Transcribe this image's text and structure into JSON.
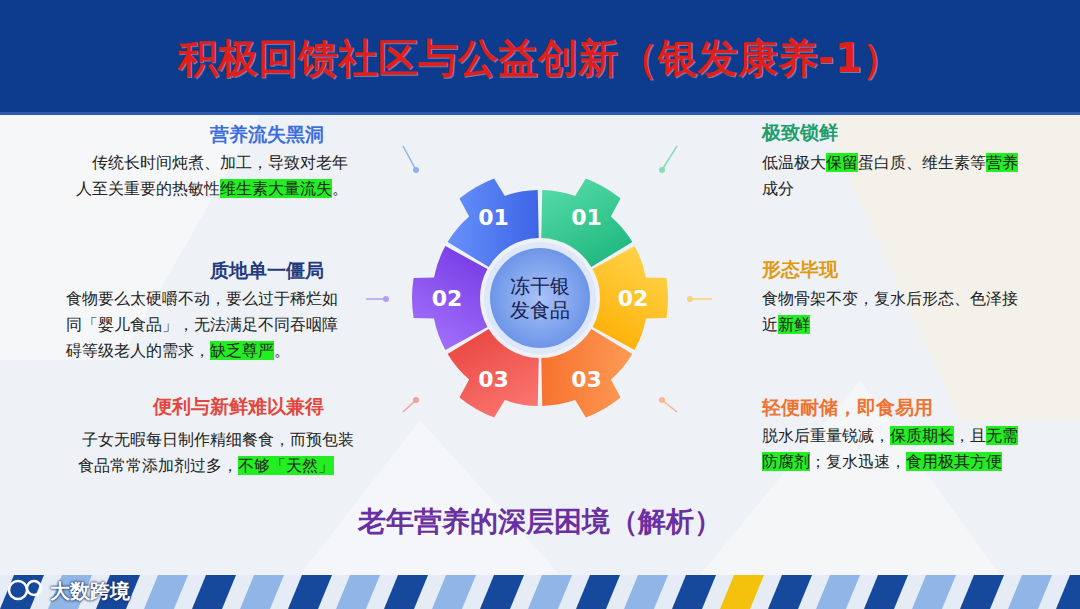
{
  "diagram": {
    "title": "积极回馈社区与公益创新（银发康养-1）",
    "caption": "老年营养的深层困境（解析）",
    "nodes": [
      {
        "text": [
          "01"
        ]
      },
      {
        "text": [
          "01"
        ]
      },
      {
        "text": [
          "02"
        ]
      },
      {
        "text": [
          "02"
        ]
      },
      {
        "text": [
          "03"
        ]
      },
      {
        "text": [
          "03"
        ]
      },
      {
        "text": [
          "冻干银发食品"
        ]
      }
    ],
    "labels": [
      "营养流失黑洞",
      "传统长时间炖煮、加工，导致对老年人至关重要的热敏性维生素大量流失。",
      "质地单一僵局",
      "食物要么太硬嚼不动，要么过于稀烂如同「婴儿食品」，无法满足不同吞咽障碍等级老人的需求，缺乏尊严。",
      "便利与新鲜难以兼得",
      "子女无暇每日制作精细餐食，而预包装食品常常添加剂过多，不够「天然」",
      "极致锁鲜",
      "低温极大保留蛋白质、维生素等营养成分",
      "形态毕现",
      "食物骨架不变，复水后形态、色泽接近新鲜",
      "轻便耐储，即食易用",
      "脱水后重量锐减，保质期长，且无需防腐剂；复水迅速，食用极其方便",
      "大数跨境"
    ]
  }
}
